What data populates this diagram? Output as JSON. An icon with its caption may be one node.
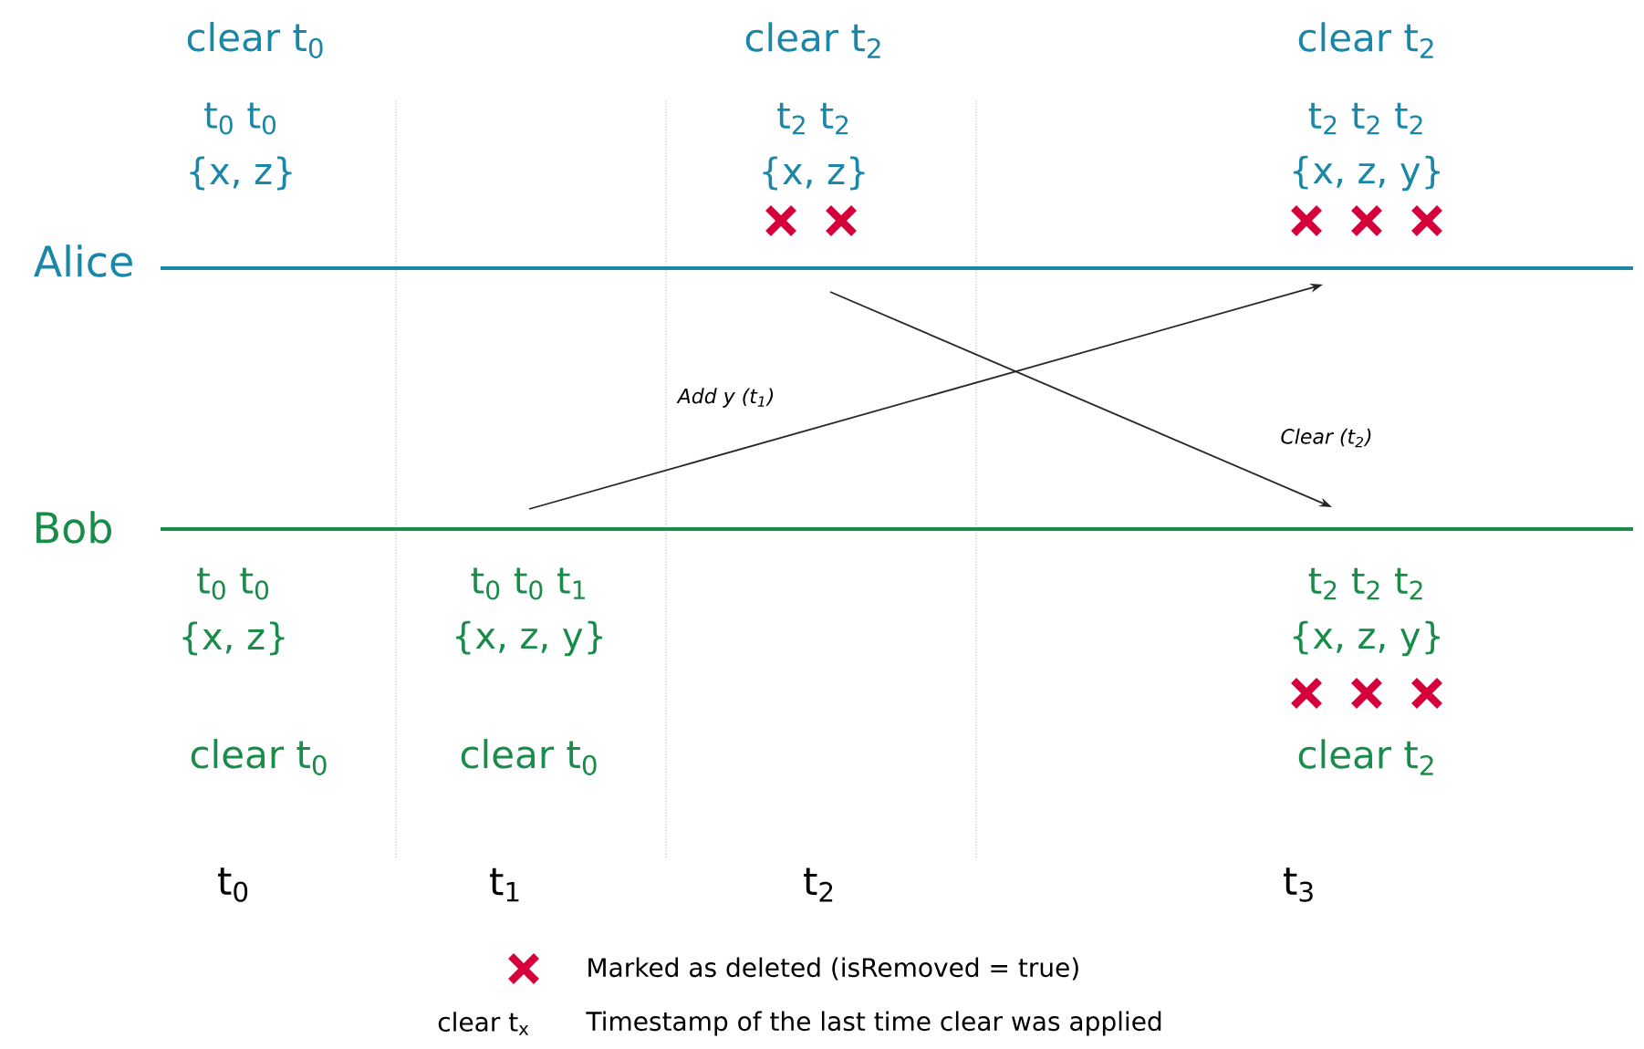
{
  "diagram": {
    "nodes": [
      {
        "text": [
          "Alice"
        ]
      },
      {
        "text": [],
        "shape": "line"
      },
      {
        "text": [
          "Bob"
        ]
      },
      {
        "text": [],
        "shape": "line"
      }
    ],
    "edges": [
      {
        "from": 3,
        "to": 1,
        "arrow": "to",
        "label": "Add y (t$_{1}$)"
      },
      {
        "from": 1,
        "to": 3,
        "arrow": "to",
        "label": "Clear (t$_{2}$)"
      }
    ],
    "labels": [
      "clear t$_{0}$",
      "clear t$_{2}$",
      "clear t$_{2}$",
      "t$_{0}$ t$_{0}$",
      "t$_{2}$ t$_{2}$",
      "t$_{2}$ t$_{2}$ t$_{2}$",
      "{x, z}",
      "{x, z}",
      "{x, z, y}",
      "t$_{0}$ t$_{0}$",
      "t$_{0}$ t$_{0}$ t$_{1}$",
      "t$_{2}$ t$_{2}$ t$_{2}$",
      "{x, z}",
      "{x, z, y}",
      "{x, z, y}",
      "clear t$_{0}$",
      "clear t$_{0}$",
      "clear t$_{2}$",
      "t$_{0}$",
      "t$_{1}$",
      "t$_{2}$",
      "t$_{3}$",
      "clear t$_{x}$"
    ],
    "legend": [
      {
        "text": "Marked as deleted (isRemoved = true)"
      },
      {
        "text": "Timestamp of the last time clear was applied"
      }
    ]
  }
}
